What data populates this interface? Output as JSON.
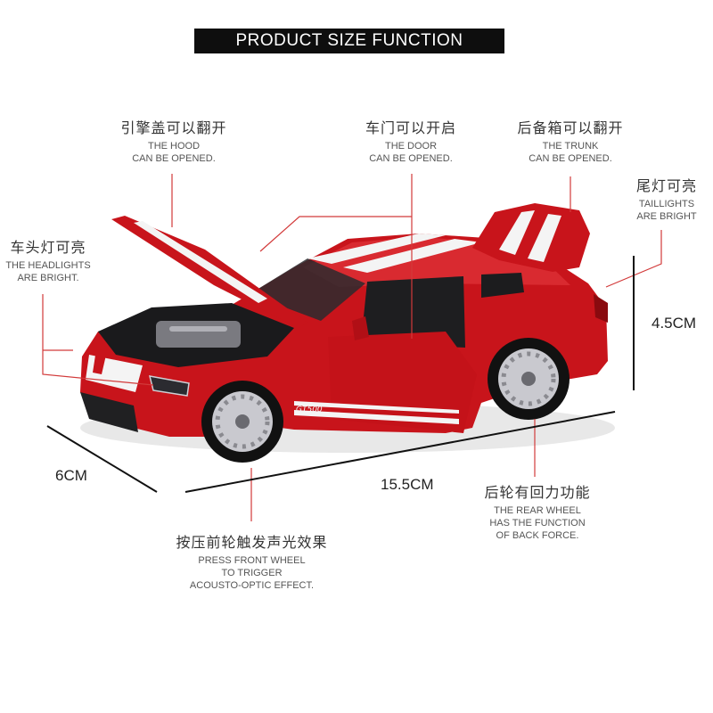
{
  "title": "PRODUCT SIZE FUNCTION",
  "callouts": {
    "hood": {
      "zh": "引擎盖可以翻开",
      "en1": "THE HOOD",
      "en2": "CAN BE OPENED."
    },
    "door": {
      "zh": "车门可以开启",
      "en1": "THE DOOR",
      "en2": "CAN BE OPENED."
    },
    "trunk": {
      "zh": "后备箱可以翻开",
      "en1": "THE TRUNK",
      "en2": "CAN BE OPENED."
    },
    "taillights": {
      "zh": "尾灯可亮",
      "en1": "TAILLIGHTS",
      "en2": "ARE BRIGHT"
    },
    "headlights": {
      "zh": "车头灯可亮",
      "en1": "THE HEADLIGHTS",
      "en2": "ARE BRIGHT."
    },
    "front_wheel": {
      "zh": "按压前轮触发声光效果",
      "en1": "PRESS FRONT WHEEL",
      "en2": "TO TRIGGER",
      "en3": "ACOUSTO-OPTIC EFFECT."
    },
    "rear_wheel": {
      "zh": "后轮有回力功能",
      "en1": "THE REAR WHEEL",
      "en2": "HAS THE FUNCTION",
      "en3": "OF BACK FORCE."
    }
  },
  "dimensions": {
    "height": "4.5CM",
    "width": "6CM",
    "length": "15.5CM"
  },
  "car": {
    "badge": "GT500",
    "body_color": "#c8141b",
    "stripe_color": "#f4f4f4"
  },
  "colors": {
    "leader_line": "#d23a3a",
    "banner_bg": "#0e0e0e"
  }
}
